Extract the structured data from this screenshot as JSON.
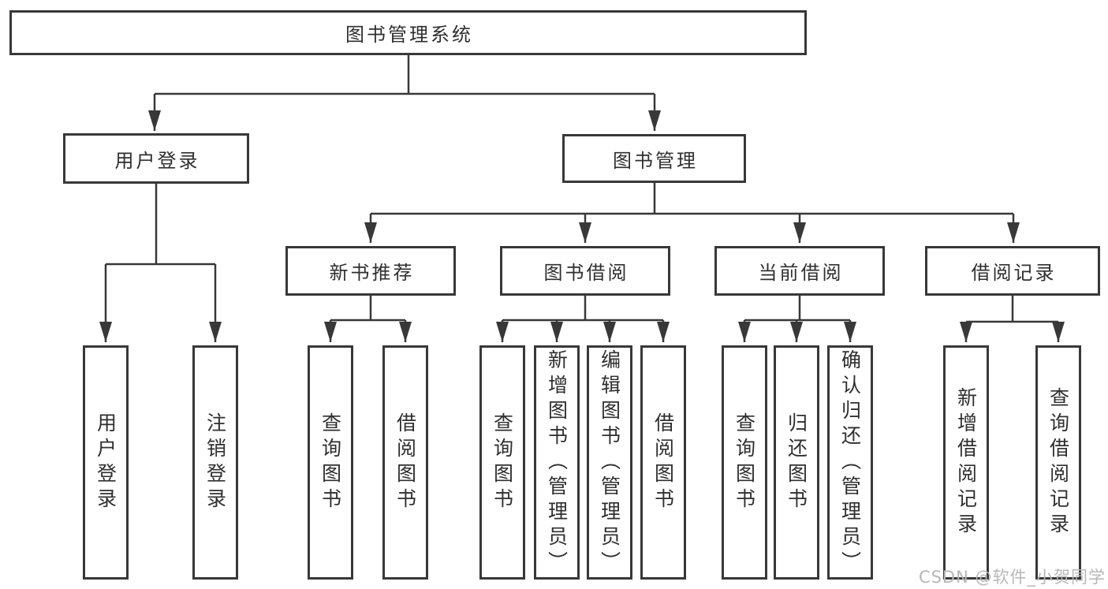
{
  "diagram": {
    "root": {
      "label": "图书管理系统"
    },
    "level2": [
      {
        "label": "用户登录"
      },
      {
        "label": "图书管理"
      }
    ],
    "level3": [
      {
        "label": "新书推荐"
      },
      {
        "label": "图书借阅"
      },
      {
        "label": "当前借阅"
      },
      {
        "label": "借阅记录"
      }
    ],
    "leaves": {
      "user_login": [
        "用户登录",
        "注销登录"
      ],
      "new_books": [
        "查询图书",
        "借阅图书"
      ],
      "book_borrow": [
        "查询图书",
        "新增图书（管理员）",
        "编辑图书（管理员）",
        "借阅图书"
      ],
      "current_borrow": [
        "查询图书",
        "归还图书",
        "确认归还（管理员）"
      ],
      "borrow_records": [
        "新增借阅记录",
        "查询借阅记录"
      ]
    }
  },
  "watermark": {
    "text": "CSDN @软件_小贺同学"
  },
  "colors": {
    "line": "#383838",
    "text": "#2f2f2f",
    "box_background": "#ffffff",
    "watermark": "#b7b7b7"
  }
}
